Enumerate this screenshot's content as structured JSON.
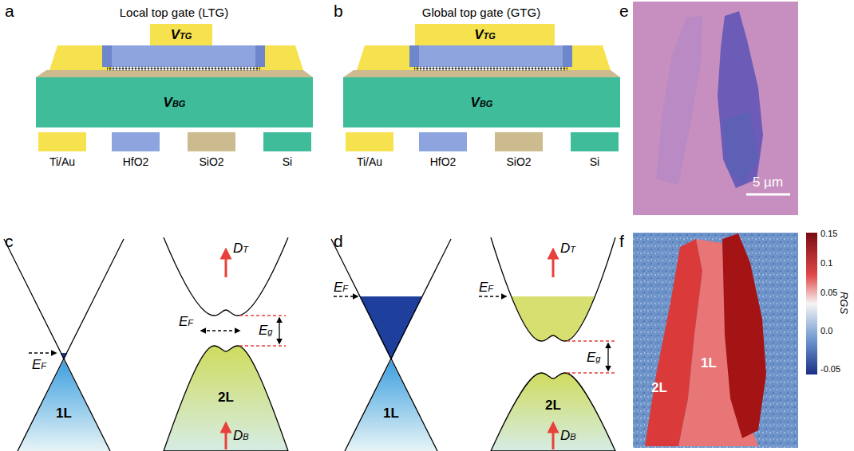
{
  "diagram": {
    "nodes": [
      {
        "text": [
          "VTG"
        ]
      },
      {
        "text": [
          "VBG"
        ]
      },
      {
        "text": [
          "VTG"
        ]
      },
      {
        "text": [
          "VBG"
        ]
      }
    ],
    "labels": [
      "a",
      "b",
      "c",
      "d",
      "e",
      "f",
      "Local top gate (LTG)",
      "Global top gate (GTG)",
      "DT",
      "DB",
      "EF",
      "EF",
      "Eg",
      "1L",
      "2L",
      "DT",
      "DB",
      "EF",
      "EF",
      "Eg",
      "1L",
      "2L",
      "5 µm",
      "2L",
      "1L",
      "0.15",
      "0.1",
      "0.05",
      "0.0",
      "-0.05",
      "RGS"
    ],
    "legend": [
      {
        "text": "Ti/Au",
        "color": "#f6e24e"
      },
      {
        "text": "HfO2",
        "color": "#8ea4de"
      },
      {
        "text": "SiO2",
        "color": "#cbbb8e"
      },
      {
        "text": "Si",
        "color": "#3fbd9b"
      },
      {
        "text": "Ti/Au",
        "color": "#f6e24e"
      },
      {
        "text": "HfO2",
        "color": "#8ea4de"
      },
      {
        "text": "SiO2",
        "color": "#cbbb8e"
      },
      {
        "text": "Si",
        "color": "#3fbd9b"
      }
    ]
  }
}
